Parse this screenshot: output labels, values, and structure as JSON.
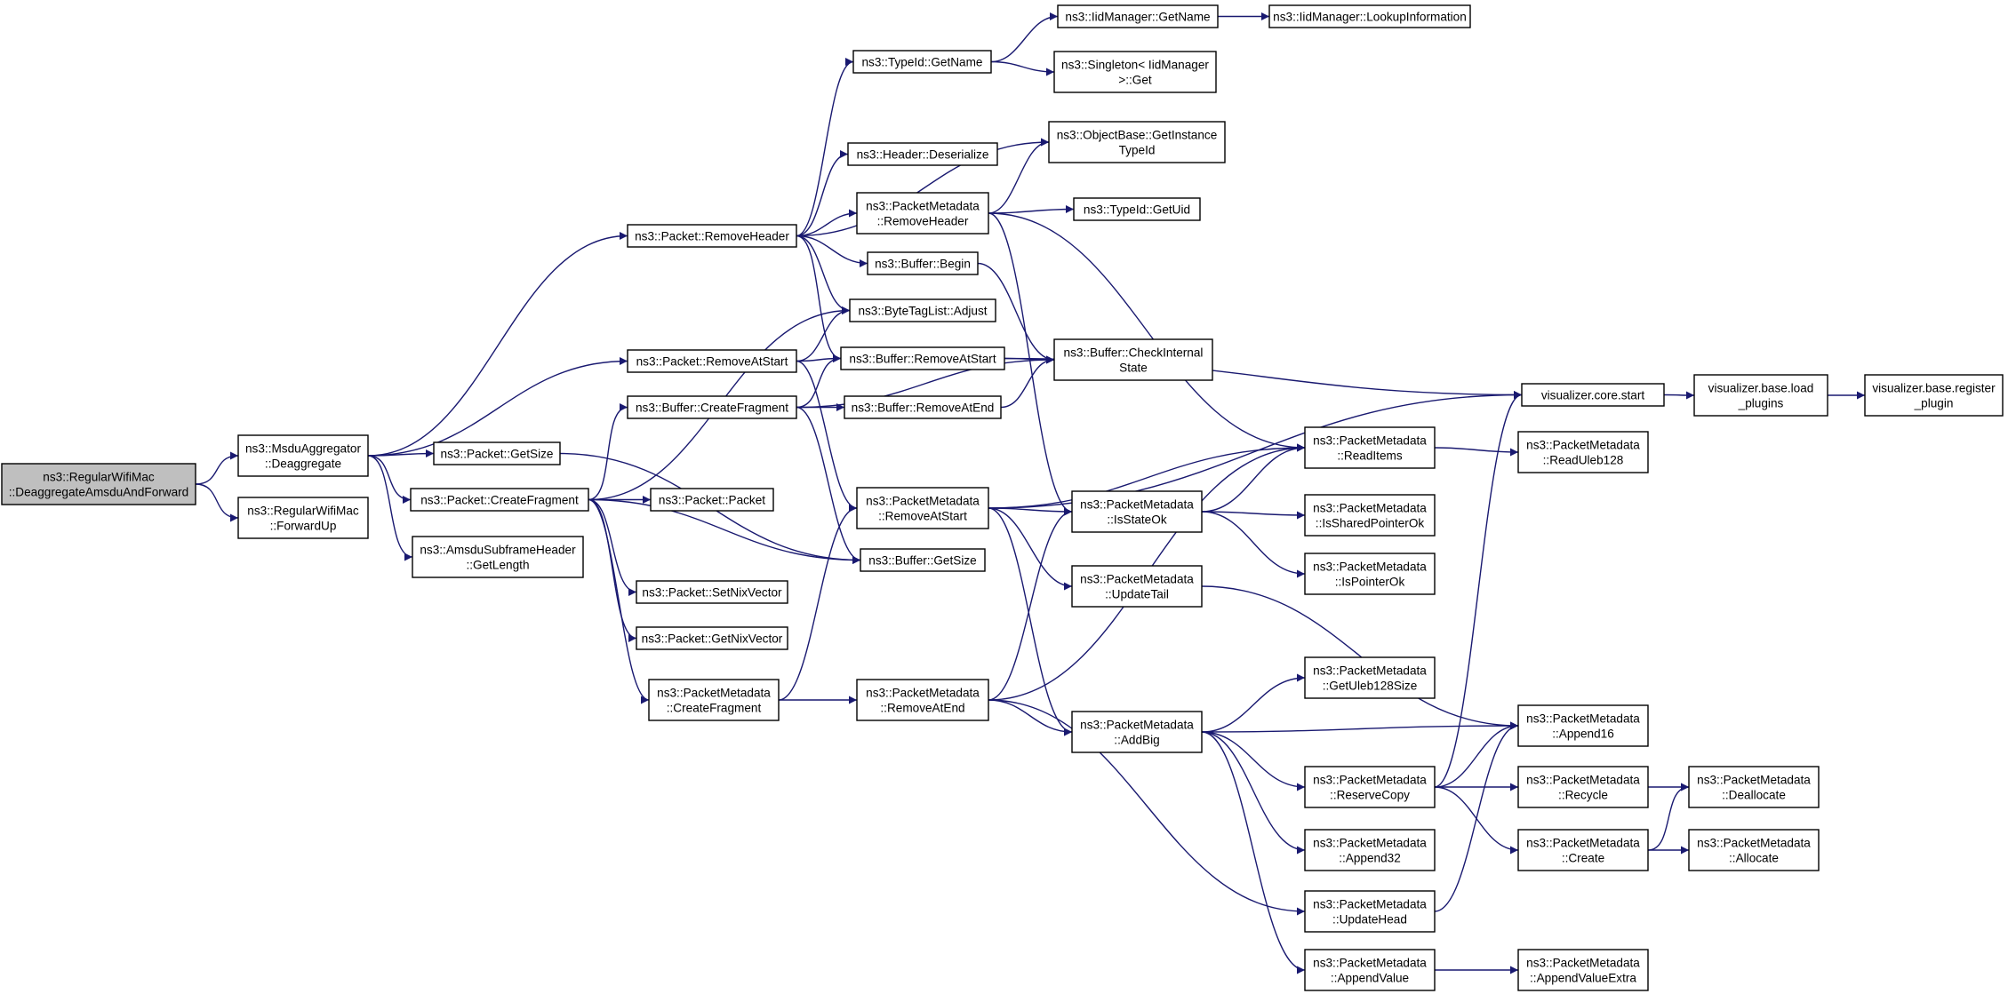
{
  "nodes": {
    "n0": [
      "ns3::RegularWifiMac",
      "::DeaggregateAmsduAndForward"
    ],
    "n1": [
      "ns3::MsduAggregator",
      "::Deaggregate"
    ],
    "n2": [
      "ns3::RegularWifiMac",
      "::ForwardUp"
    ],
    "n3": [
      "ns3::Packet::RemoveHeader"
    ],
    "n4": [
      "ns3::Packet::RemoveAtStart"
    ],
    "n5": [
      "ns3::Packet::GetSize"
    ],
    "n6": [
      "ns3::Packet::CreateFragment"
    ],
    "n7": [
      "ns3::AmsduSubframeHeader",
      "::GetLength"
    ],
    "n8": [
      "ns3::TypeId::GetName"
    ],
    "n9": [
      "ns3::Header::Deserialize"
    ],
    "n10": [
      "ns3::PacketMetadata",
      "::RemoveHeader"
    ],
    "n11": [
      "ns3::Buffer::Begin"
    ],
    "n12": [
      "ns3::ByteTagList::Adjust"
    ],
    "n13": [
      "ns3::Buffer::RemoveAtStart"
    ],
    "n14": [
      "ns3::Buffer::CreateFragment"
    ],
    "n15": [
      "ns3::Buffer::RemoveAtEnd"
    ],
    "n16": [
      "ns3::Packet::Packet"
    ],
    "n17": [
      "ns3::PacketMetadata",
      "::RemoveAtStart"
    ],
    "n18": [
      "ns3::Buffer::GetSize"
    ],
    "n19": [
      "ns3::Packet::SetNixVector"
    ],
    "n20": [
      "ns3::Packet::GetNixVector"
    ],
    "n21": [
      "ns3::PacketMetadata",
      "::CreateFragment"
    ],
    "n22": [
      "ns3::PacketMetadata",
      "::RemoveAtEnd"
    ],
    "n23": [
      "ns3::IidManager::GetName"
    ],
    "n24": [
      "ns3::IidManager::LookupInformation"
    ],
    "n25": [
      "ns3::Singleton< IidManager",
      " >::Get"
    ],
    "n26": [
      "ns3::ObjectBase::GetInstance",
      "TypeId"
    ],
    "n27": [
      "ns3::TypeId::GetUid"
    ],
    "n28": [
      "ns3::Buffer::CheckInternal",
      "State"
    ],
    "n29": [
      "ns3::PacketMetadata",
      "::IsStateOk"
    ],
    "n30": [
      "ns3::PacketMetadata",
      "::UpdateTail"
    ],
    "n31": [
      "ns3::PacketMetadata",
      "::AddBig"
    ],
    "n32": [
      "visualizer.core.start"
    ],
    "n33": [
      "visualizer.base.load",
      "_plugins"
    ],
    "n34": [
      "visualizer.base.register",
      "_plugin"
    ],
    "n35": [
      "ns3::PacketMetadata",
      "::ReadItems"
    ],
    "n36": [
      "ns3::PacketMetadata",
      "::ReadUleb128"
    ],
    "n37": [
      "ns3::PacketMetadata",
      "::IsSharedPointerOk"
    ],
    "n38": [
      "ns3::PacketMetadata",
      "::IsPointerOk"
    ],
    "n39": [
      "ns3::PacketMetadata",
      "::GetUleb128Size"
    ],
    "n40": [
      "ns3::PacketMetadata",
      "::ReserveCopy"
    ],
    "n41": [
      "ns3::PacketMetadata",
      "::Append32"
    ],
    "n42": [
      "ns3::PacketMetadata",
      "::UpdateHead"
    ],
    "n43": [
      "ns3::PacketMetadata",
      "::AppendValue"
    ],
    "n44": [
      "ns3::PacketMetadata",
      "::Append16"
    ],
    "n45": [
      "ns3::PacketMetadata",
      "::Recycle"
    ],
    "n46": [
      "ns3::PacketMetadata",
      "::Create"
    ],
    "n47": [
      "ns3::PacketMetadata",
      "::AppendValueExtra"
    ],
    "n48": [
      "ns3::PacketMetadata",
      "::Deallocate"
    ],
    "n49": [
      "ns3::PacketMetadata",
      "::Allocate"
    ]
  },
  "edges": [
    [
      "n0",
      "n1"
    ],
    [
      "n0",
      "n2"
    ],
    [
      "n1",
      "n3"
    ],
    [
      "n1",
      "n4"
    ],
    [
      "n1",
      "n5"
    ],
    [
      "n1",
      "n6"
    ],
    [
      "n1",
      "n7"
    ],
    [
      "n3",
      "n8"
    ],
    [
      "n3",
      "n26"
    ],
    [
      "n3",
      "n9"
    ],
    [
      "n3",
      "n10"
    ],
    [
      "n3",
      "n11"
    ],
    [
      "n3",
      "n12"
    ],
    [
      "n3",
      "n13"
    ],
    [
      "n4",
      "n12"
    ],
    [
      "n4",
      "n13"
    ],
    [
      "n4",
      "n17"
    ],
    [
      "n5",
      "n18"
    ],
    [
      "n6",
      "n12"
    ],
    [
      "n6",
      "n14"
    ],
    [
      "n6",
      "n16"
    ],
    [
      "n6",
      "n18"
    ],
    [
      "n6",
      "n19"
    ],
    [
      "n6",
      "n20"
    ],
    [
      "n6",
      "n21"
    ],
    [
      "n8",
      "n23"
    ],
    [
      "n8",
      "n25"
    ],
    [
      "n23",
      "n24"
    ],
    [
      "n10",
      "n26"
    ],
    [
      "n10",
      "n27"
    ],
    [
      "n10",
      "n29"
    ],
    [
      "n10",
      "n35"
    ],
    [
      "n11",
      "n28"
    ],
    [
      "n13",
      "n28"
    ],
    [
      "n13",
      "n32"
    ],
    [
      "n14",
      "n13"
    ],
    [
      "n14",
      "n15"
    ],
    [
      "n14",
      "n28"
    ],
    [
      "n14",
      "n18"
    ],
    [
      "n15",
      "n28"
    ],
    [
      "n17",
      "n32"
    ],
    [
      "n17",
      "n35"
    ],
    [
      "n17",
      "n29"
    ],
    [
      "n17",
      "n30"
    ],
    [
      "n17",
      "n31"
    ],
    [
      "n21",
      "n17"
    ],
    [
      "n21",
      "n22"
    ],
    [
      "n22",
      "n29"
    ],
    [
      "n22",
      "n35"
    ],
    [
      "n22",
      "n31"
    ],
    [
      "n22",
      "n42"
    ],
    [
      "n29",
      "n35"
    ],
    [
      "n29",
      "n37"
    ],
    [
      "n29",
      "n38"
    ],
    [
      "n30",
      "n44"
    ],
    [
      "n31",
      "n39"
    ],
    [
      "n31",
      "n44"
    ],
    [
      "n31",
      "n40"
    ],
    [
      "n31",
      "n41"
    ],
    [
      "n31",
      "n43"
    ],
    [
      "n32",
      "n33"
    ],
    [
      "n33",
      "n34"
    ],
    [
      "n35",
      "n36"
    ],
    [
      "n40",
      "n32"
    ],
    [
      "n40",
      "n44"
    ],
    [
      "n40",
      "n45"
    ],
    [
      "n40",
      "n46"
    ],
    [
      "n42",
      "n44"
    ],
    [
      "n43",
      "n47"
    ],
    [
      "n45",
      "n48"
    ],
    [
      "n46",
      "n48"
    ],
    [
      "n46",
      "n49"
    ]
  ],
  "colors": {
    "edge": "#191970",
    "root_fill": "#bfbfbf",
    "node_fill": "#ffffff",
    "border": "#000000"
  }
}
